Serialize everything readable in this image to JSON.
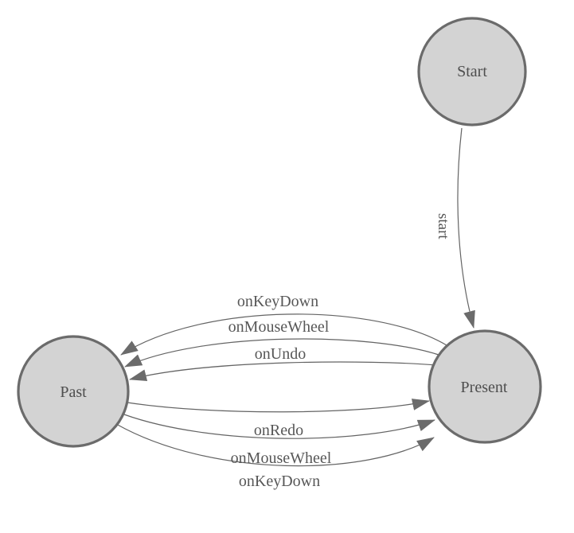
{
  "diagram": {
    "nodes": [
      {
        "id": "start",
        "label": "Start"
      },
      {
        "id": "past",
        "label": "Past"
      },
      {
        "id": "present",
        "label": "Present"
      }
    ],
    "edges": [
      {
        "from": "Start",
        "to": "Present",
        "label": "start"
      },
      {
        "from": "Present",
        "to": "Past",
        "label": "onKeyDown"
      },
      {
        "from": "Present",
        "to": "Past",
        "label": "onMouseWheel"
      },
      {
        "from": "Present",
        "to": "Past",
        "label": "onUndo"
      },
      {
        "from": "Past",
        "to": "Present",
        "label": "onRedo"
      },
      {
        "from": "Past",
        "to": "Present",
        "label": "onMouseWheel"
      },
      {
        "from": "Past",
        "to": "Present",
        "label": "onKeyDown"
      }
    ],
    "colors": {
      "background": "#ffffff",
      "node_fill": "#d3d3d3",
      "node_stroke": "#6b6b6b",
      "edge_stroke": "#646464",
      "arrow_fill": "#6b6b6b",
      "text": "#4e4e4e"
    }
  }
}
